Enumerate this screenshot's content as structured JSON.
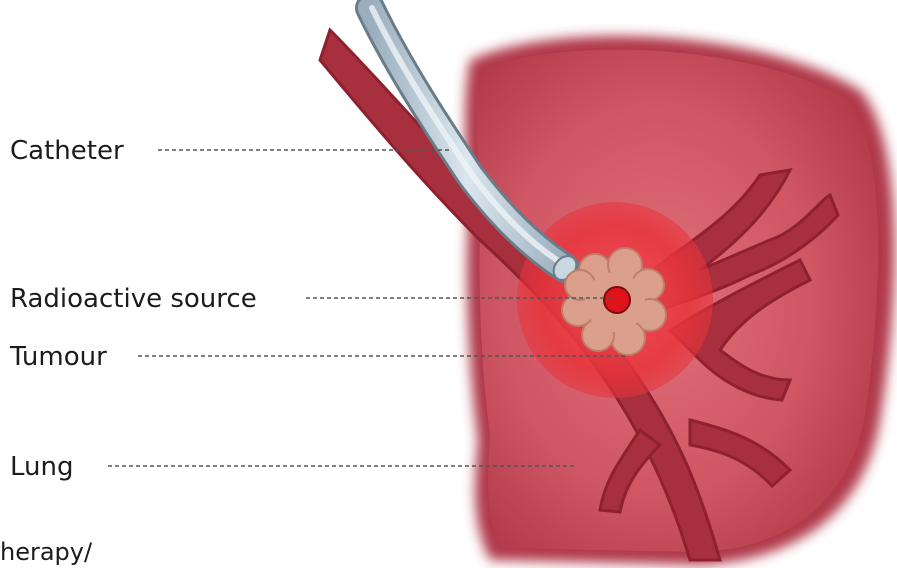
{
  "diagram": {
    "labels": [
      {
        "id": "catheter",
        "text": "Catheter"
      },
      {
        "id": "radioactive-source",
        "text": "Radioactive source"
      },
      {
        "id": "tumour",
        "text": "Tumour"
      },
      {
        "id": "lung",
        "text": "Lung"
      }
    ],
    "caption": "herapy/",
    "colors": {
      "lung_fill": "#c8505a",
      "lung_dark": "#a8303e",
      "airway": "#9a2433",
      "catheter": "#b8c8d4",
      "radiation_glow": "#e8333b",
      "tumour": "#dba08c",
      "source": "#e0121a"
    }
  }
}
